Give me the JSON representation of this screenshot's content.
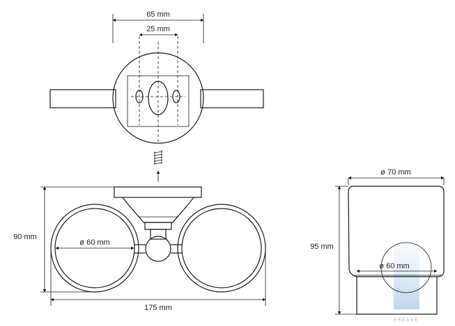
{
  "dimensions": {
    "top_width": "65 mm",
    "top_inner": "25 mm",
    "holder_height": "90 mm",
    "holder_diameter": "ø 60 mm",
    "holder_width": "175 mm",
    "glass_top_diameter": "ø 70 mm",
    "glass_height": "95 mm",
    "glass_bottom_diameter": "ø 60 mm"
  },
  "watermark": {
    "text": "PRESSE"
  }
}
